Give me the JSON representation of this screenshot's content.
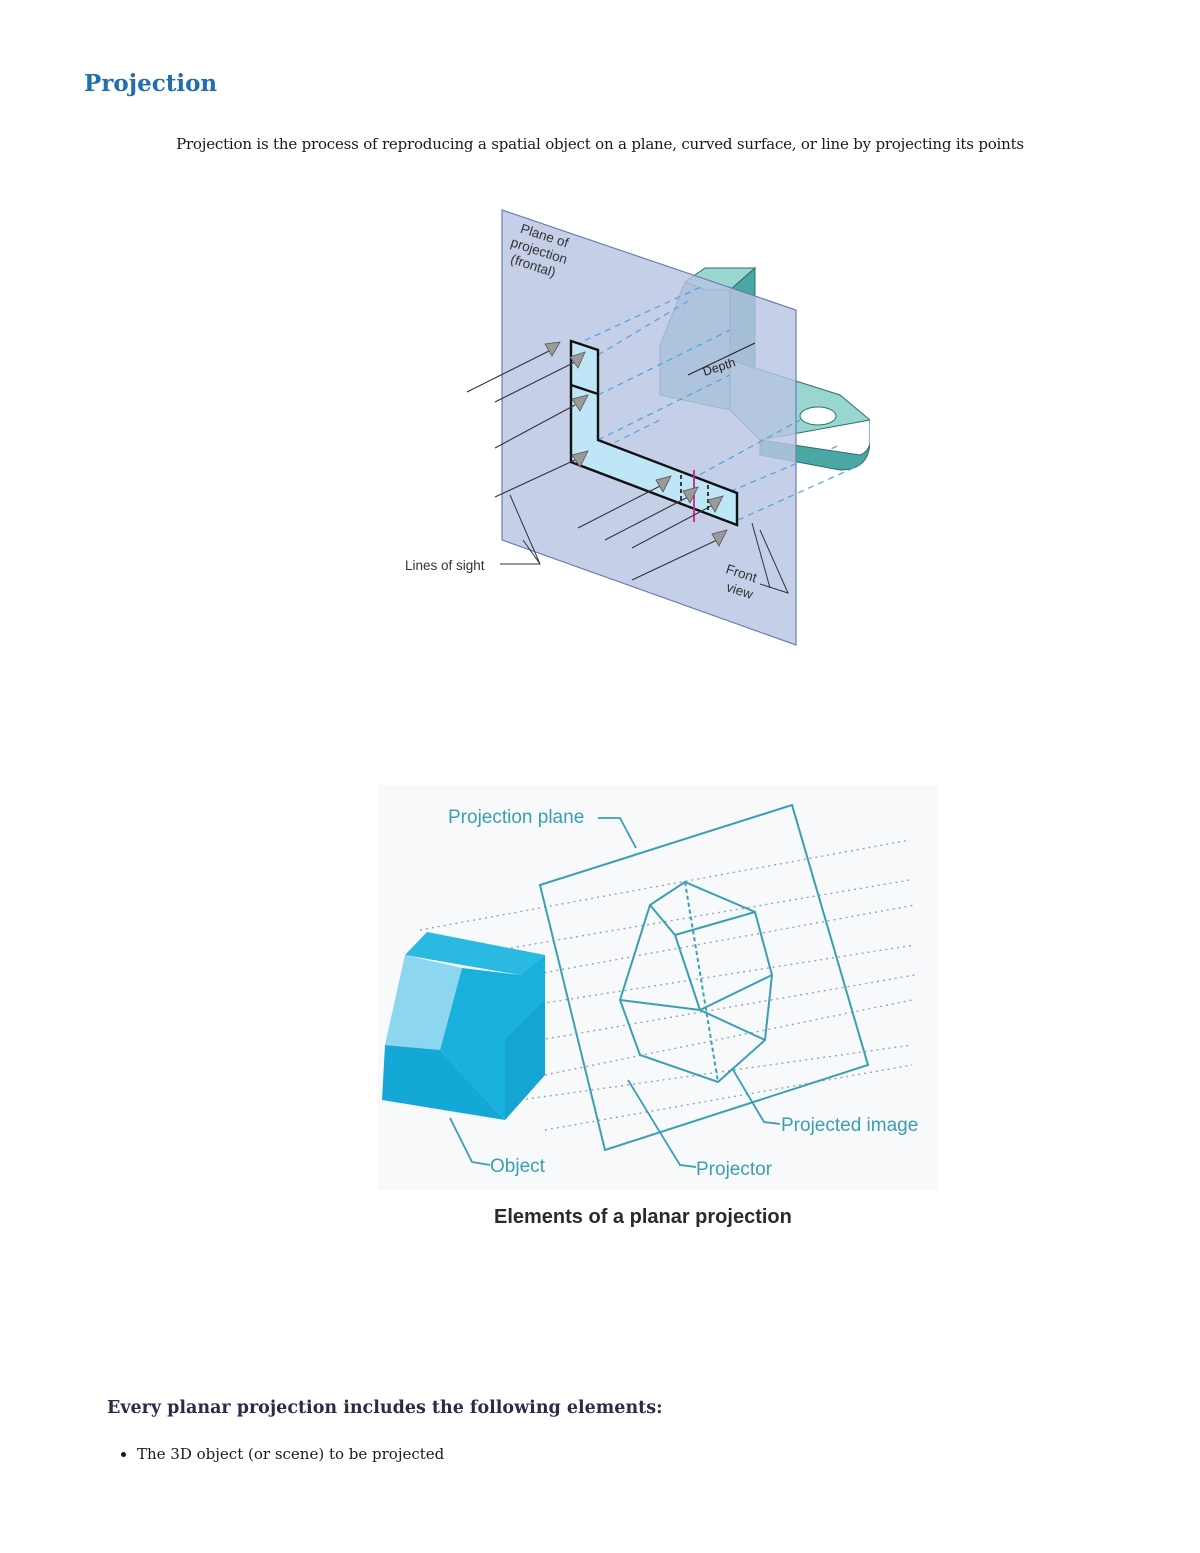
{
  "page": {
    "title": "Projection",
    "intro": "Projection is the process of reproducing a spatial object on a plane, curved surface, or line by projecting its points"
  },
  "figure1": {
    "plane_label_line1": "Plane of",
    "plane_label_line2": "projection",
    "plane_label_line3": "(frontal)",
    "depth_label": "Depth",
    "lines_of_sight_label": "Lines of sight",
    "front_view_label_line1": "Front",
    "front_view_label_line2": "view",
    "colors": {
      "plane": "#c5d0e8",
      "object": "#5fb5b0",
      "view": "#bfe6f7"
    }
  },
  "figure2": {
    "projection_plane_label": "Projection plane",
    "object_label": "Object",
    "projector_label": "Projector",
    "projected_image_label": "Projected image",
    "caption": "Elements of a planar projection",
    "colors": {
      "object": "#1ab0dd",
      "lines": "#3a9fb5"
    }
  },
  "section": {
    "heading": "Every planar projection includes the following elements:",
    "items": [
      "The 3D object (or scene) to be projected"
    ]
  }
}
